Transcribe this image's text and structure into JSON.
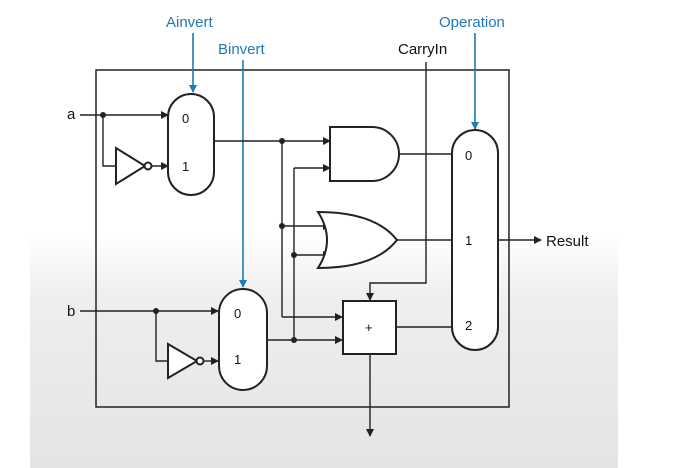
{
  "inputs": {
    "a": "a",
    "b": "b"
  },
  "controls": {
    "ainvert": "Ainvert",
    "binvert": "Binvert",
    "operation": "Operation",
    "carry_in": "CarryIn"
  },
  "mux_a": {
    "in0": "0",
    "in1": "1"
  },
  "mux_b": {
    "in0": "0",
    "in1": "1"
  },
  "mux_op": {
    "in0": "0",
    "in1": "1",
    "in2": "2"
  },
  "adder": {
    "symbol": "+"
  },
  "output": {
    "result": "Result"
  },
  "colors": {
    "control_line": "#1f7ab8",
    "line": "#222222"
  }
}
